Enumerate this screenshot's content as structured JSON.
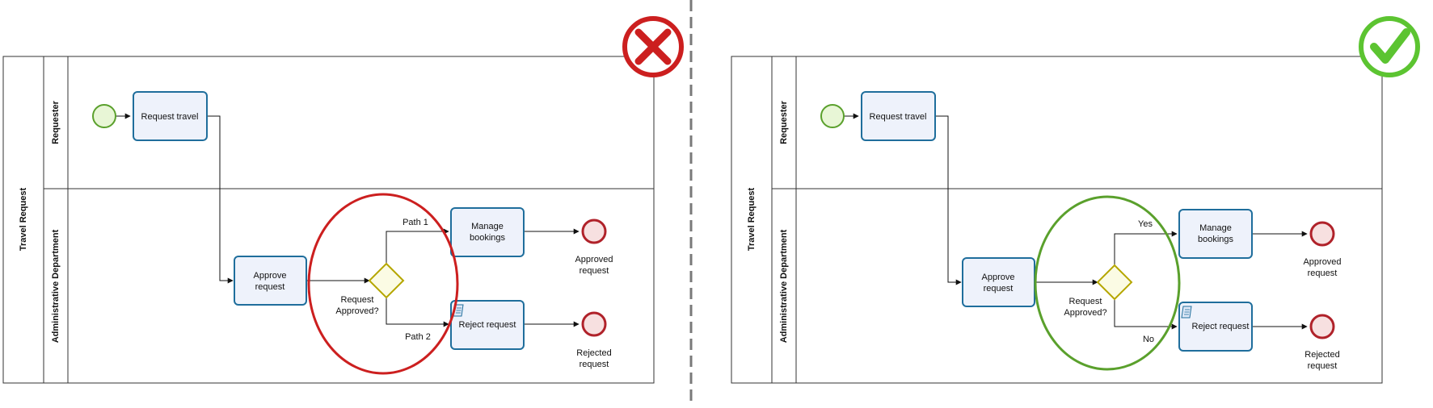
{
  "colors": {
    "task_stroke": "#1f6e9c",
    "task_fill": "#eef2fb",
    "start_stroke": "#5aa02c",
    "start_fill": "#e8f6d6",
    "end_stroke": "#b0222a",
    "end_fill": "#f7e0e0",
    "gateway_stroke": "#b5a600",
    "gateway_fill": "#fbfbe4",
    "wrong_accent": "#cc1f1f",
    "right_accent": "#5cc431",
    "divider": "#7a7a7a"
  },
  "icons": {
    "wrong": "x-mark-icon",
    "right": "check-mark-icon",
    "script_task": "script-task-icon"
  },
  "wrong_example": {
    "pool": "Travel Request",
    "lanes": [
      "Requester",
      "Administrative Department"
    ],
    "tasks": {
      "request_travel": "Request travel",
      "approve_request": [
        "Approve",
        "request"
      ],
      "manage_bookings": [
        "Manage",
        "bookings"
      ],
      "reject_request": "Reject request"
    },
    "gateway": [
      "Request",
      "Approved?"
    ],
    "flows": {
      "upper": "Path 1",
      "lower": "Path 2"
    },
    "end_events": {
      "approved": [
        "Approved",
        "request"
      ],
      "rejected": [
        "Rejected",
        "request"
      ]
    }
  },
  "right_example": {
    "pool": "Travel Request",
    "lanes": [
      "Requester",
      "Administrative Department"
    ],
    "tasks": {
      "request_travel": "Request travel",
      "approve_request": [
        "Approve",
        "request"
      ],
      "manage_bookings": [
        "Manage",
        "bookings"
      ],
      "reject_request": "Reject request"
    },
    "gateway": [
      "Request",
      "Approved?"
    ],
    "flows": {
      "upper": "Yes",
      "lower": "No"
    },
    "end_events": {
      "approved": [
        "Approved",
        "request"
      ],
      "rejected": [
        "Rejected",
        "request"
      ]
    }
  }
}
